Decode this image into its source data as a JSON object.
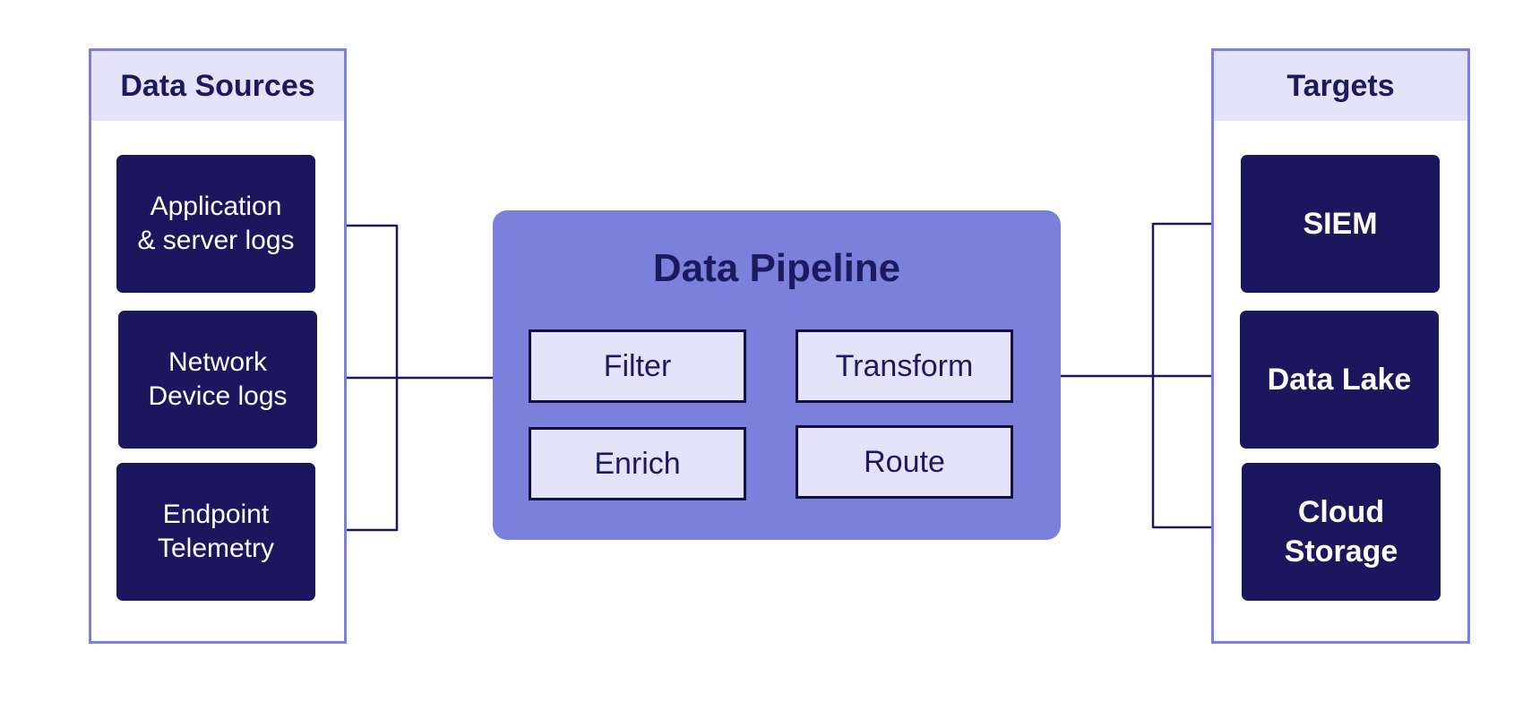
{
  "colors": {
    "panel_border": "#7b80db",
    "panel_header_bg": "#e5e3fa",
    "node_bg": "#1a175e",
    "pipeline_bg": "#7b80db",
    "step_bg": "#e5e3fa",
    "text_dark": "#1c1a5e",
    "connector": "#1a175e"
  },
  "sources": {
    "title": "Data Sources",
    "items": [
      {
        "label": "Application\n& server logs"
      },
      {
        "label": "Network\nDevice logs"
      },
      {
        "label": "Endpoint\nTelemetry"
      }
    ]
  },
  "pipeline": {
    "title": "Data Pipeline",
    "steps": [
      {
        "label": "Filter"
      },
      {
        "label": "Transform"
      },
      {
        "label": "Enrich"
      },
      {
        "label": "Route"
      }
    ]
  },
  "targets": {
    "title": "Targets",
    "items": [
      {
        "label": "SIEM"
      },
      {
        "label": "Data Lake"
      },
      {
        "label": "Cloud\nStorage"
      }
    ]
  }
}
